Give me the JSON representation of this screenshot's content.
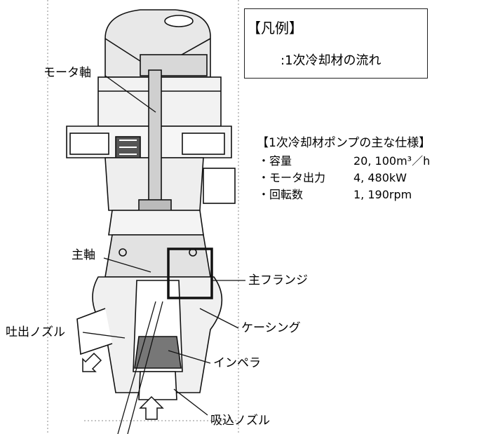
{
  "legend": {
    "title": "【凡例】",
    "item": ":1次冷却材の流れ"
  },
  "specs": {
    "title": "【1次冷却材ポンプの主な仕様】",
    "rows": [
      {
        "name": "・容量",
        "value": "20, 100m³／h"
      },
      {
        "name": "・モータ出力",
        "value": "4, 480kW"
      },
      {
        "name": "・回転数",
        "value": "1, 190rpm"
      }
    ]
  },
  "labels": {
    "motor_shaft": "モータ軸",
    "main_shaft": "主軸",
    "main_flange": "主フランジ",
    "discharge_nozzle": "吐出ノズル",
    "casing": "ケーシング",
    "impeller": "インペラ",
    "suction_nozzle": "吸込ノズル"
  }
}
